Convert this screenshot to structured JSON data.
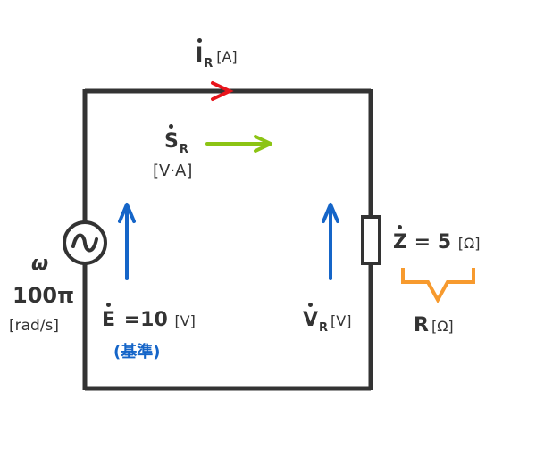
{
  "colors": {
    "wire": "#333333",
    "current_arrow": "#e8141b",
    "power_arrow": "#8cc414",
    "voltage_arrow": "#1565c8",
    "brace": "#f79a2e",
    "reference_text": "#1565c8"
  },
  "current": {
    "symbol": "I",
    "subscript": "R",
    "unit": "[A]"
  },
  "power": {
    "symbol": "S",
    "subscript": "R",
    "unit": "[V·A]"
  },
  "source": {
    "icon": "ac-source-icon",
    "omega_symbol": "ω",
    "omega_value": "100π",
    "omega_unit": "[rad/s]",
    "emf_symbol": "E",
    "emf_equals": "=",
    "emf_value": "10",
    "emf_unit": "[V]",
    "reference_note": "(基準)"
  },
  "load": {
    "icon": "resistor-icon",
    "voltage_symbol": "V",
    "voltage_subscript": "R",
    "voltage_unit": "[V]",
    "impedance_symbol": "Z",
    "impedance_equals": "=",
    "impedance_value": "5",
    "impedance_unit": "[Ω]",
    "resistance_symbol": "R",
    "resistance_unit": "[Ω]"
  }
}
